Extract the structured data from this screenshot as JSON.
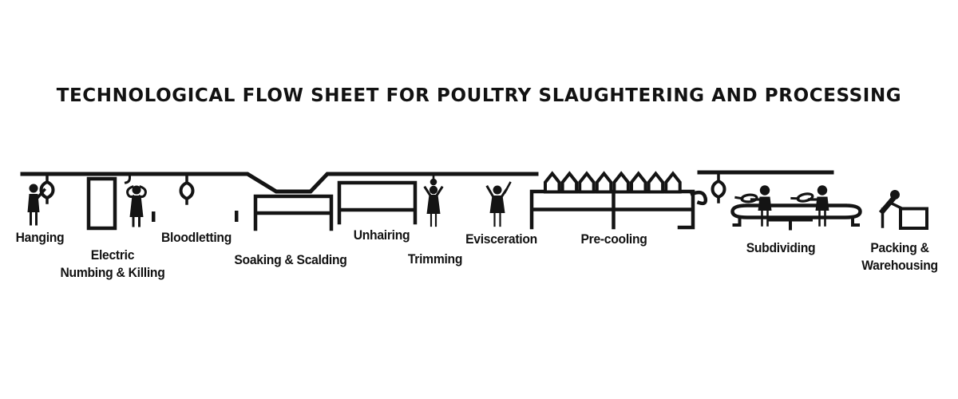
{
  "title": "TECHNOLOGICAL FLOW SHEET FOR POULTRY SLAUGHTERING AND PROCESSING",
  "colors": {
    "ink": "#141414",
    "background": "#ffffff"
  },
  "stations": [
    {
      "id": "hanging",
      "label": "Hanging",
      "icon": "worker-at-shackle-icon"
    },
    {
      "id": "electric-numbing-killing",
      "label_line1": "Electric",
      "label_line2": "Numbing & Killing",
      "icon": "stunning-box-and-worker-icon"
    },
    {
      "id": "bloodletting",
      "label": "Bloodletting",
      "icon": "shackle-and-knife-icon"
    },
    {
      "id": "soaking-scalding",
      "label": "Soaking & Scalding",
      "icon": "scalding-tank-icon"
    },
    {
      "id": "unhairing",
      "label": "Unhairing",
      "icon": "unhairing-machine-icon"
    },
    {
      "id": "trimming",
      "label": "Trimming",
      "icon": "worker-with-carcass-icon"
    },
    {
      "id": "evisceration",
      "label": "Evisceration",
      "icon": "worker-with-knife-icon"
    },
    {
      "id": "pre-cooling",
      "label": "Pre-cooling",
      "icon": "cooling-conveyor-carcasses-icon"
    },
    {
      "id": "subdividing",
      "label": "Subdividing",
      "icon": "cutting-conveyor-workers-icon"
    },
    {
      "id": "packing-warehousing",
      "label_line1": "Packing &",
      "label_line2": "Warehousing",
      "icon": "worker-packing-box-icon"
    }
  ]
}
